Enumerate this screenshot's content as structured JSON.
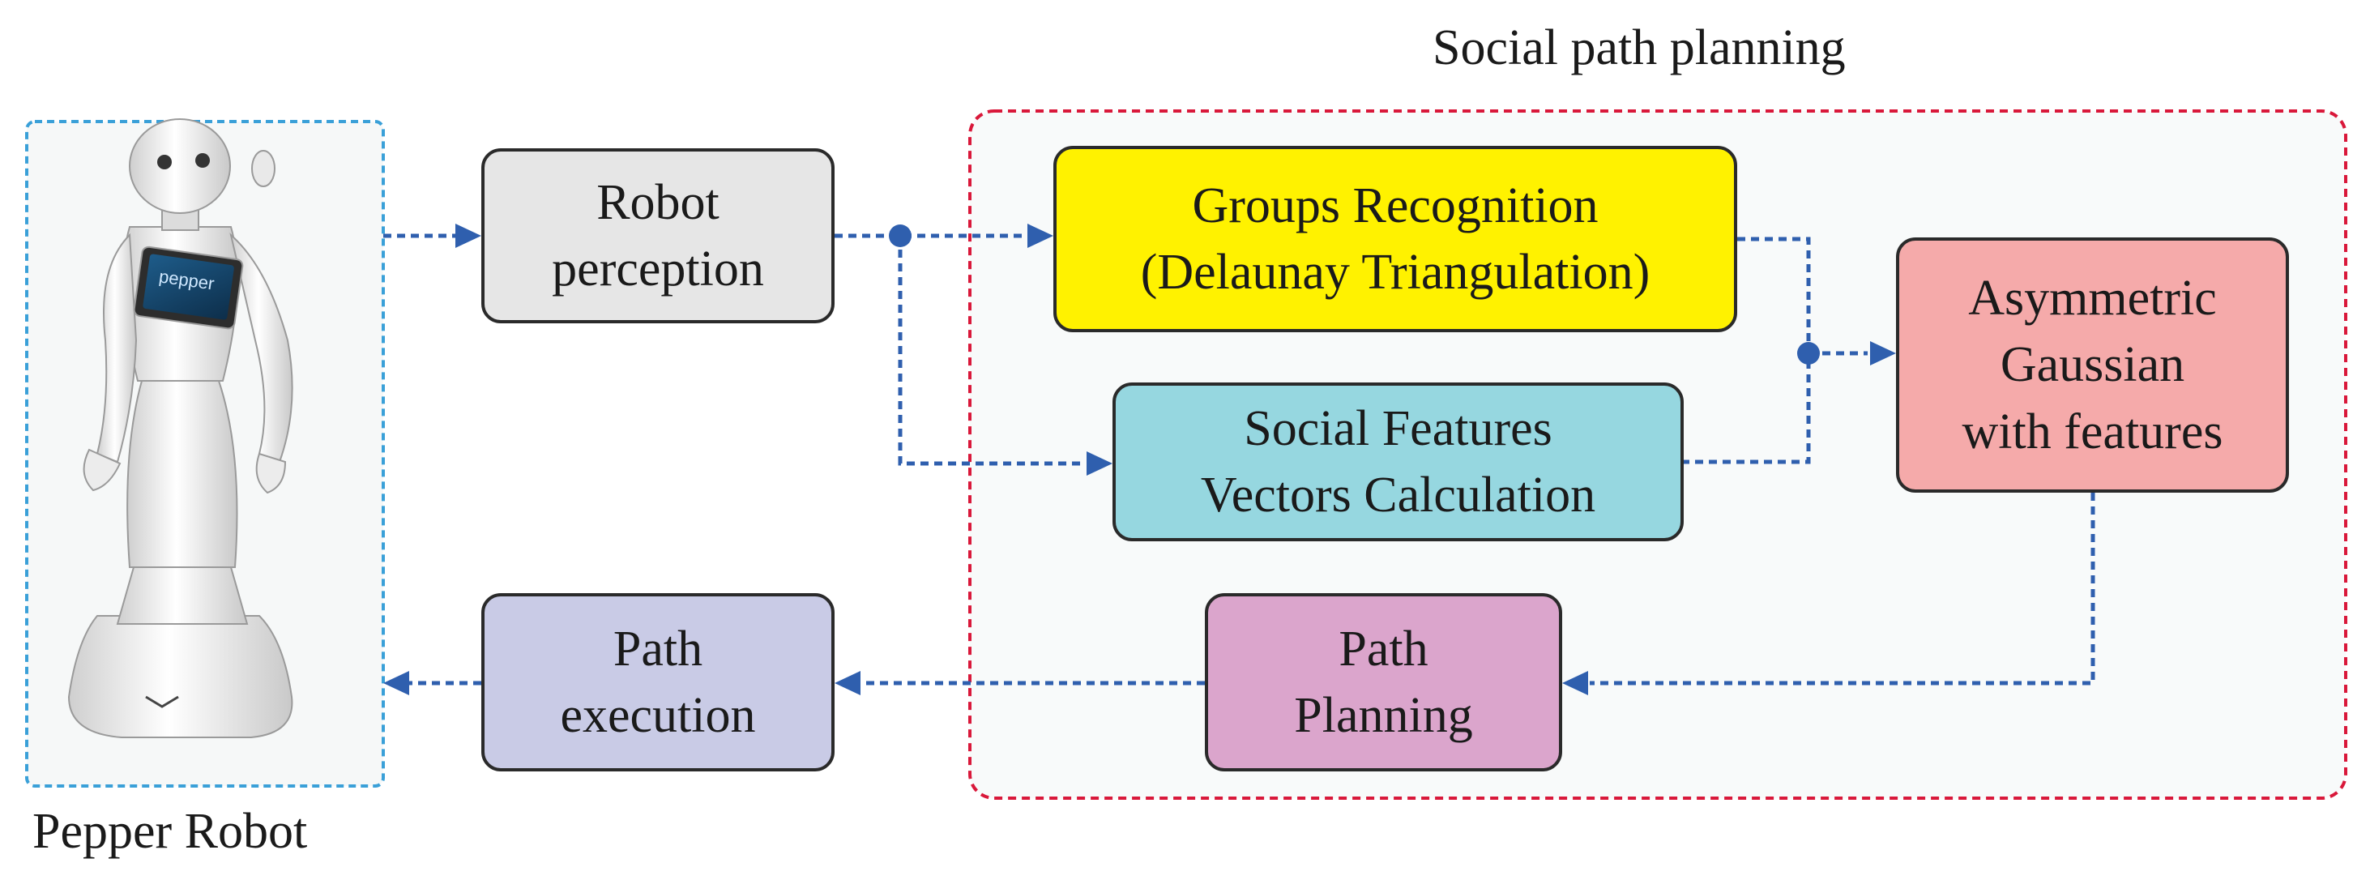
{
  "group_labels": {
    "social_path_planning": "Social path planning",
    "pepper_robot": "Pepper Robot"
  },
  "robot_screen_text": "pepper",
  "boxes": {
    "robot_perception": [
      "Robot",
      "perception"
    ],
    "groups_recognition": [
      "Groups Recognition",
      "(Delaunay Triangulation)"
    ],
    "social_features": [
      "Social Features",
      "Vectors Calculation"
    ],
    "asymmetric_gaussian": [
      "Asymmetric",
      "Gaussian",
      "with features"
    ],
    "path_planning": [
      "Path",
      "Planning"
    ],
    "path_execution": [
      "Path",
      "execution"
    ]
  },
  "colors": {
    "robot_perception": "#e6e6e6",
    "groups_recognition": "#fff200",
    "social_features": "#96d7e0",
    "asymmetric_gaussian": "#f5aaaa",
    "path_planning": "#dba5cc",
    "path_execution": "#c9cbe6",
    "arrow": "#2f5fae",
    "social_group_border": "#d9183a",
    "robot_group_border": "#3aa0d8"
  }
}
